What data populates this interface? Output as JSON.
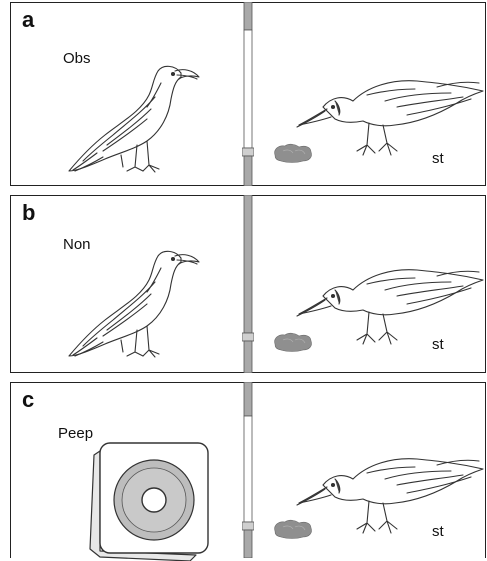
{
  "panels": [
    {
      "letter": "a",
      "condition": "Obs",
      "stimulus_label": "st"
    },
    {
      "letter": "b",
      "condition": "Non",
      "stimulus_label": "st"
    },
    {
      "letter": "c",
      "condition": "Peep",
      "stimulus_label": "st"
    }
  ],
  "colors": {
    "border": "#222222",
    "divider_fill": "#a9a9a9",
    "food": "#8f8f8f",
    "speaker_cone": "#bdbdbd"
  },
  "icons": [
    "standing-raven-drawing",
    "foraging-raven-drawing",
    "food-cache-icon",
    "speaker-icon",
    "barrier-partition"
  ]
}
